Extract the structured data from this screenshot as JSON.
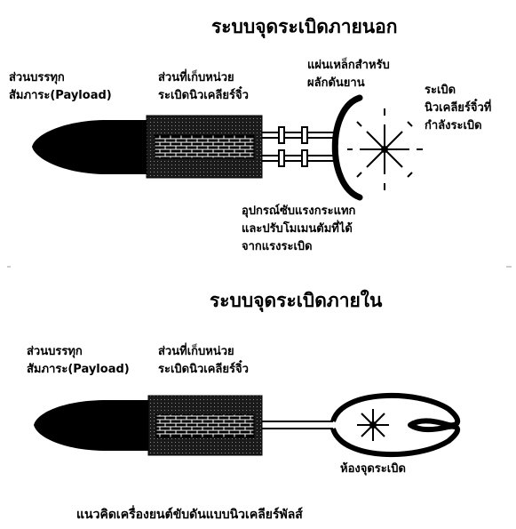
{
  "external": {
    "title": "ระบบจุดระเบิดภายนอก",
    "payload_label": [
      "ส่วนบรรทุก",
      "สัมภาระ(Payload)"
    ],
    "storage_label": [
      "ส่วนที่เก็บหน่วย",
      "ระเบิดนิวเคลียร์จิ๋ว"
    ],
    "plate_label": [
      "แผ่นเหล็กสำหรับ",
      "ผลักดันยาน"
    ],
    "bomb_label": [
      "ระเบิด",
      "นิวเคลียร์จิ๋วที่",
      "กำลังระเบิด"
    ],
    "absorber_label": [
      "อุปกรณ์ซับแรงกระแทก",
      "และปรับโมเมนตัมที่ได้",
      "จากแรงระเบิด"
    ]
  },
  "internal": {
    "title": "ระบบจุดระเบิดภายใน",
    "payload_label": [
      "ส่วนบรรทุก",
      "สัมภาระ(Payload)"
    ],
    "storage_label": [
      "ส่วนที่เก็บหน่วย",
      "ระเบิดนิวเคลียร์จิ๋ว"
    ],
    "chamber_label": "ห้องจุดระเบิด"
  },
  "caption": "แนวคิดเครื่องยนต์ขับดันแบบนิวเคลียร์พัลส์"
}
